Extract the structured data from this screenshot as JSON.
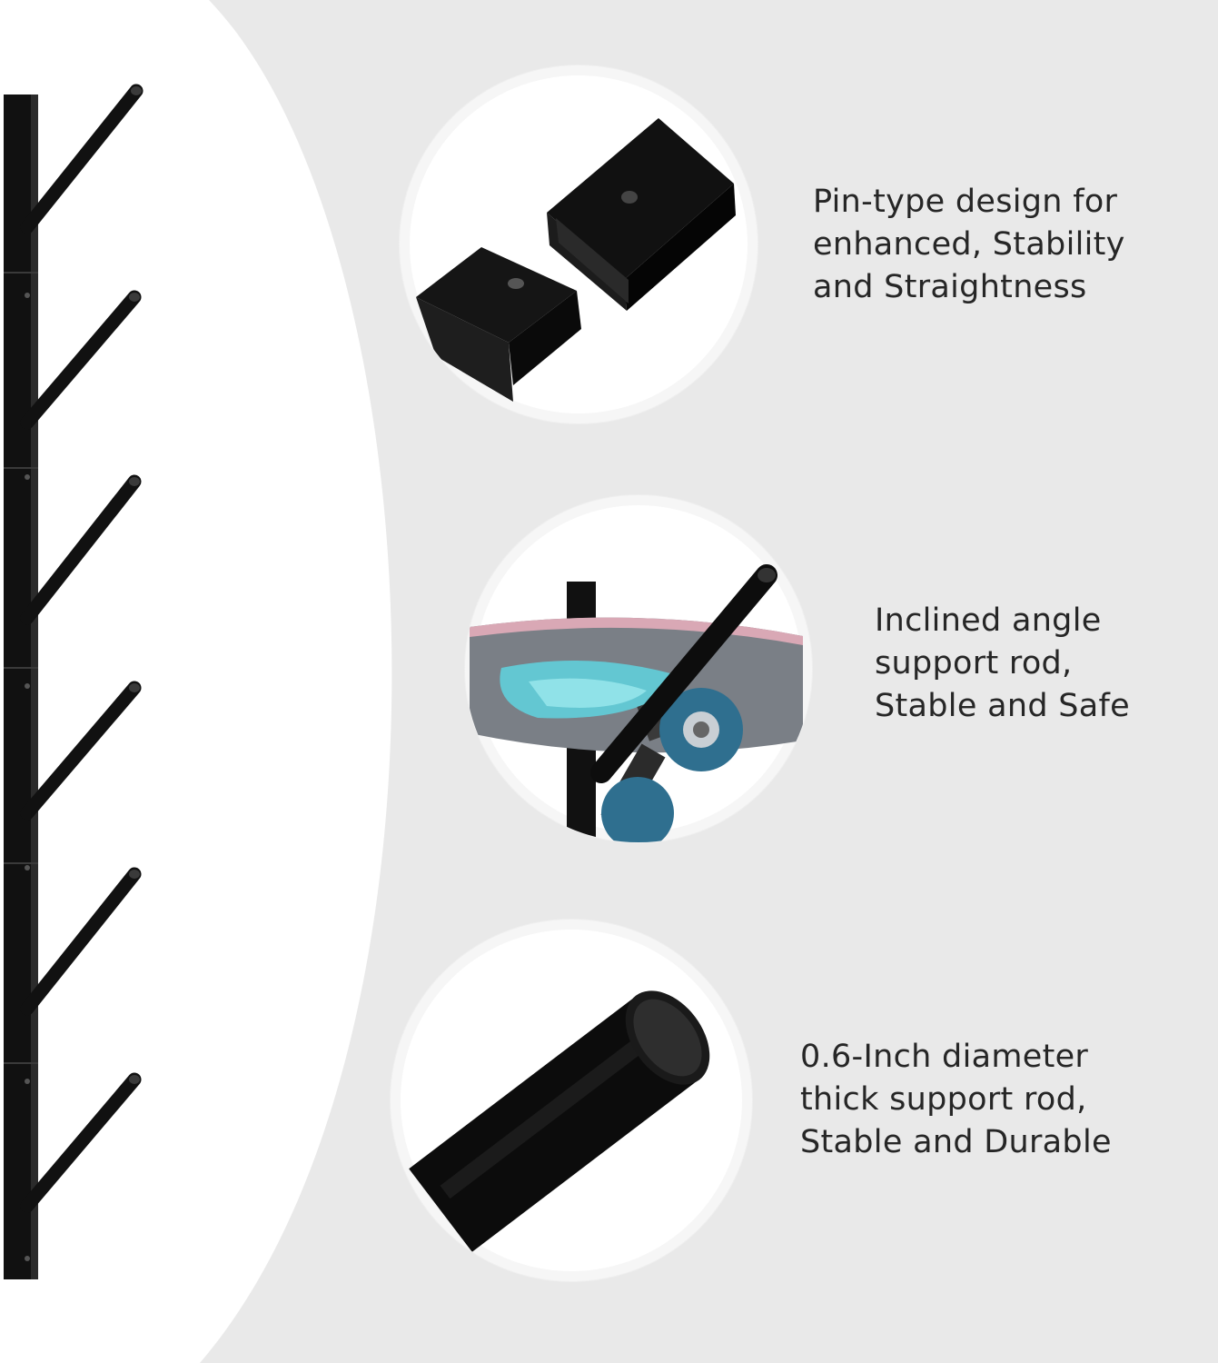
{
  "features": [
    {
      "lines": [
        "Pin-type design for",
        "enhanced, Stability",
        "and Straightness"
      ]
    },
    {
      "lines": [
        "Inclined angle",
        "support rod,",
        "Stable and Safe"
      ]
    },
    {
      "lines": [
        "0.6-Inch diameter",
        "thick support rod,",
        "Stable and Durable"
      ]
    }
  ],
  "colors": {
    "background": "#e9e9e9",
    "panel": "#ffffff",
    "metal": "#111111",
    "text": "#262626",
    "wheel": "#2f6f8f",
    "deck_grip": "#5fd3df"
  }
}
